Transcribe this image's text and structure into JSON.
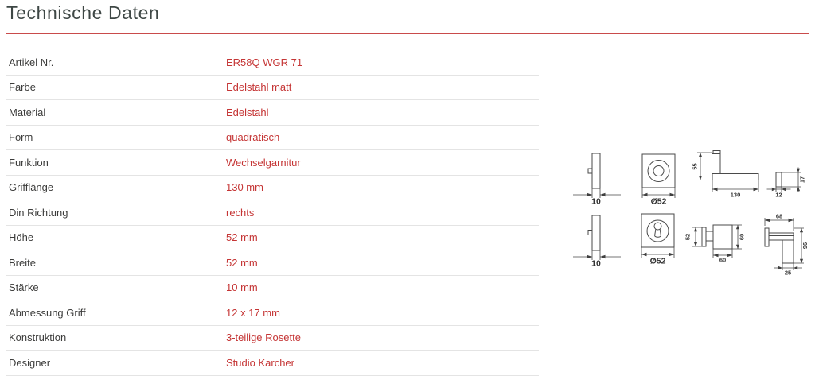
{
  "page": {
    "title": "Technische Daten"
  },
  "colors": {
    "accent_rule": "#c94b4b",
    "value_red": "#c53535",
    "label_gray": "#3c3c3b",
    "row_divider": "#e4e4e4"
  },
  "specs": {
    "rows": [
      {
        "label": "Artikel Nr.",
        "value": "ER58Q WGR 71"
      },
      {
        "label": "Farbe",
        "value": "Edelstahl matt"
      },
      {
        "label": "Material",
        "value": "Edelstahl"
      },
      {
        "label": "Form",
        "value": "quadratisch"
      },
      {
        "label": "Funktion",
        "value": "Wechselgarnitur"
      },
      {
        "label": "Grifflänge",
        "value": "130 mm"
      },
      {
        "label": "Din Richtung",
        "value": "rechts"
      },
      {
        "label": "Höhe",
        "value": "52 mm"
      },
      {
        "label": "Breite",
        "value": "52 mm"
      },
      {
        "label": "Stärke",
        "value": "10 mm"
      },
      {
        "label": "Abmessung Griff",
        "value": "12 x 17 mm"
      },
      {
        "label": "Konstruktion",
        "value": "3-teilige Rosette"
      },
      {
        "label": "Designer",
        "value": "Studio Karcher"
      }
    ]
  },
  "drawings": {
    "top_rosette_side": {
      "thickness": "10"
    },
    "top_rosette_front": {
      "diameter": "Ø52"
    },
    "lever": {
      "height": "55",
      "length": "130",
      "grip_width": "12",
      "grip_height": "17"
    },
    "bottom_rosette_side": {
      "thickness": "10"
    },
    "bottom_rosette_front": {
      "diameter": "Ø52"
    },
    "knob_front": {
      "rosette": "52",
      "width": "60",
      "height": "60"
    },
    "knob_side": {
      "projection": "68",
      "height": "96",
      "depth": "25"
    }
  }
}
